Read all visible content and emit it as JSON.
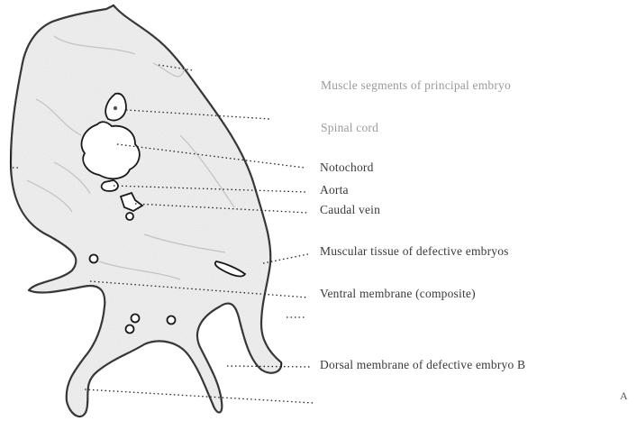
{
  "figure": {
    "labels": [
      {
        "id": "muscle_segments",
        "text": "Muscle segments of principal embryo"
      },
      {
        "id": "spinal_cord",
        "text": "Spinal cord"
      },
      {
        "id": "notochord",
        "text": "Notochord"
      },
      {
        "id": "aorta",
        "text": "Aorta"
      },
      {
        "id": "caudal_vein",
        "text": "Caudal vein"
      },
      {
        "id": "muscular_tissue",
        "text": "Muscular tissue of defective embryos"
      },
      {
        "id": "ventral_membrane",
        "text": "Ventral membrane (composite)"
      },
      {
        "id": "dorsal_membrane",
        "text": "Dorsal membrane of defective embryo B"
      }
    ],
    "corner_letter": "A"
  }
}
